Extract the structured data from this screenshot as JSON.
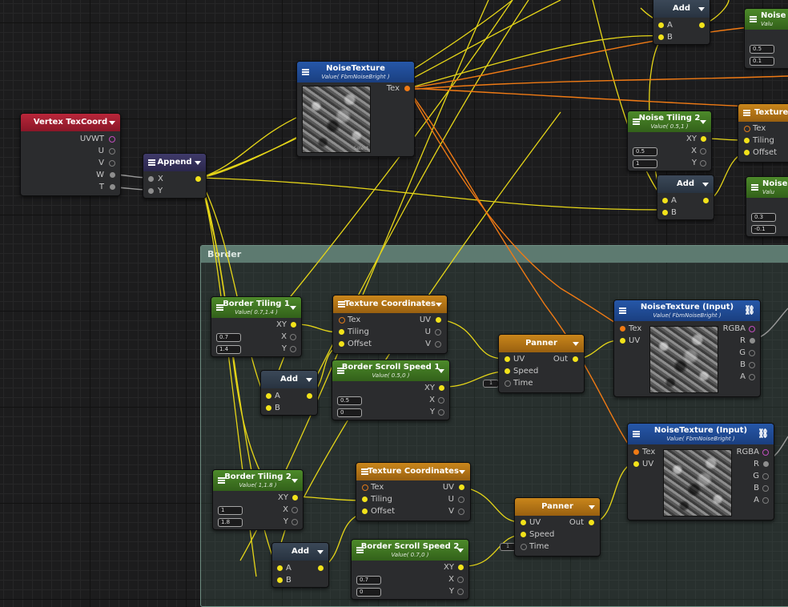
{
  "group": {
    "title": "Border"
  },
  "nodes": {
    "vertex_texcoord": {
      "title": "Vertex TexCoord",
      "outputs": [
        "UVWT",
        "U",
        "V",
        "W",
        "T"
      ]
    },
    "append": {
      "title": "Append",
      "inputs": [
        "X",
        "Y"
      ]
    },
    "noise_texture_top": {
      "title": "NoiseTexture",
      "subtitle": "Value( FbmNoiseBright )",
      "output": "Tex",
      "select_label": "Select"
    },
    "add_top_1": {
      "title": "Add",
      "inputs": [
        "A",
        "B"
      ]
    },
    "noise_s_top": {
      "title": "Noise S",
      "subtitle": "Valu",
      "fields": [
        "0.5",
        "0.1"
      ]
    },
    "texture_c_top": {
      "title": "Texture C",
      "inputs": [
        "Tex",
        "Tiling",
        "Offset"
      ]
    },
    "noise_tiling_2": {
      "title": "Noise Tiling 2",
      "subtitle": "Value( 0.5,1 )",
      "outputs": [
        "XY",
        "X",
        "Y"
      ],
      "fields": [
        "0.5",
        "1"
      ]
    },
    "add_top_2": {
      "title": "Add",
      "inputs": [
        "A",
        "B"
      ]
    },
    "noise_s_mid": {
      "title": "Noise S",
      "subtitle": "Valu",
      "fields": [
        "0.3",
        "-0.1"
      ]
    },
    "border_tiling_1": {
      "title": "Border Tiling 1",
      "subtitle": "Value( 0.7,1.4 )",
      "outputs": [
        "XY",
        "X",
        "Y"
      ],
      "fields": [
        "0.7",
        "1.4"
      ]
    },
    "tex_coords_1": {
      "title": "Texture Coordinates",
      "inputs": [
        "Tex",
        "Tiling",
        "Offset"
      ],
      "outputs": [
        "UV",
        "U",
        "V"
      ]
    },
    "add_b1": {
      "title": "Add",
      "inputs": [
        "A",
        "B"
      ]
    },
    "border_scroll_1": {
      "title": "Border Scroll Speed 1",
      "subtitle": "Value( 0.5,0 )",
      "outputs": [
        "XY",
        "X",
        "Y"
      ],
      "fields": [
        "0.5",
        "0"
      ]
    },
    "panner_1": {
      "title": "Panner",
      "inputs": [
        "UV",
        "Speed",
        "Time"
      ],
      "output": "Out",
      "time_field": "1"
    },
    "noise_input_1": {
      "title": "NoiseTexture (Input)",
      "subtitle": "Value( FbmNoiseBright )",
      "inputs": [
        "Tex",
        "UV"
      ],
      "outputs": [
        "RGBA",
        "R",
        "G",
        "B",
        "A"
      ]
    },
    "border_tiling_2": {
      "title": "Border Tiling 2",
      "subtitle": "Value( 1,1.8 )",
      "outputs": [
        "XY",
        "X",
        "Y"
      ],
      "fields": [
        "1",
        "1.8"
      ]
    },
    "tex_coords_2": {
      "title": "Texture Coordinates",
      "inputs": [
        "Tex",
        "Tiling",
        "Offset"
      ],
      "outputs": [
        "UV",
        "U",
        "V"
      ]
    },
    "add_b2": {
      "title": "Add",
      "inputs": [
        "A",
        "B"
      ]
    },
    "border_scroll_2": {
      "title": "Border Scroll Speed 2",
      "subtitle": "Value( 0.7,0 )",
      "outputs": [
        "XY",
        "X",
        "Y"
      ],
      "fields": [
        "0.7",
        "0"
      ]
    },
    "panner_2": {
      "title": "Panner",
      "inputs": [
        "UV",
        "Speed",
        "Time"
      ],
      "output": "Out",
      "time_field": "1"
    },
    "noise_input_2": {
      "title": "NoiseTexture (Input)",
      "subtitle": "Value( FbmNoiseBright )",
      "inputs": [
        "Tex",
        "UV"
      ],
      "outputs": [
        "RGBA",
        "R",
        "G",
        "B",
        "A"
      ]
    }
  },
  "colors": {
    "vector_wire": "#f2e21a",
    "texture_wire": "#f07a14",
    "float_wire": "#9a9a9a",
    "group_header": "#5d7a70"
  }
}
